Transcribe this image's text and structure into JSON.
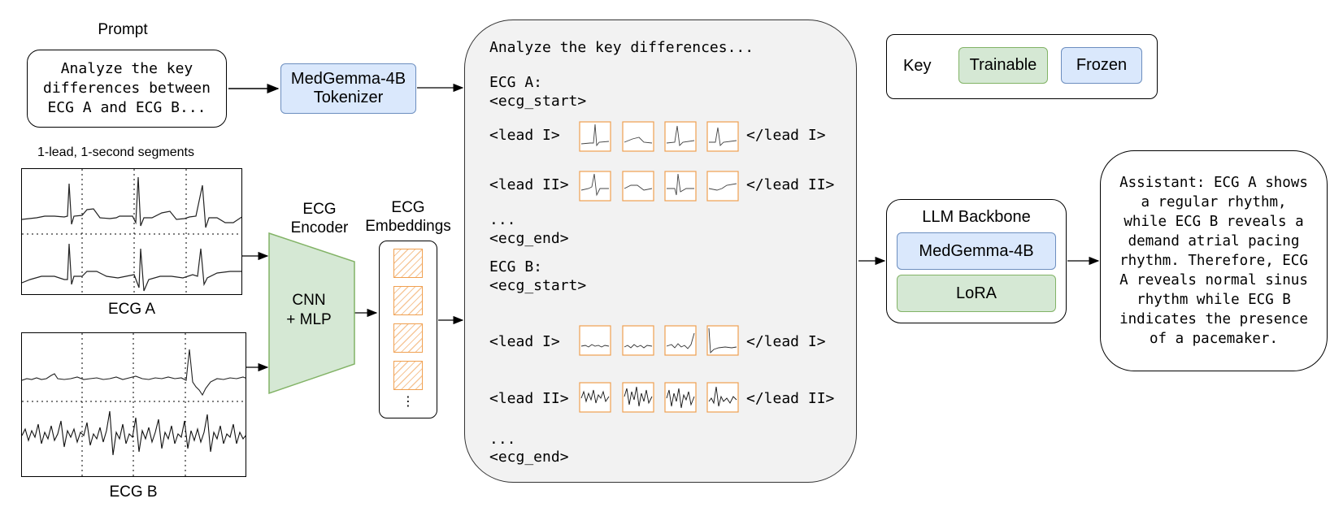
{
  "prompt": {
    "title": "Prompt",
    "lines": [
      "Analyze the key",
      "differences between",
      "ECG A and ECG B..."
    ]
  },
  "tokenizer": {
    "line1": "MedGemma-4B",
    "line2": "Tokenizer"
  },
  "segments_label": "1-lead, 1-second segments",
  "ecg_a_label": "ECG A",
  "ecg_b_label": "ECG B",
  "encoder": {
    "title1": "ECG",
    "title2": "Encoder",
    "body1": "CNN",
    "body2": "+ MLP"
  },
  "embeddings": {
    "title1": "ECG",
    "title2": "Embeddings",
    "dots": "⋮"
  },
  "sequence": {
    "header": "Analyze the key differences...",
    "ecg_a": "ECG A:",
    "ecg_a_start": "<ecg_start>",
    "lead1_open": "<lead I>",
    "lead1_close": "</lead I>",
    "lead2_open": "<lead II>",
    "lead2_close": "</lead II>",
    "ellipsis": "...",
    "ecg_end": "<ecg_end>",
    "ecg_b": "ECG B:",
    "ecg_b_start": "<ecg_start>"
  },
  "key": {
    "title": "Key",
    "trainable": "Trainable",
    "frozen": "Frozen"
  },
  "llm": {
    "title": "LLM Backbone",
    "frozen_part": "MedGemma-4B",
    "trainable_part": "LoRA"
  },
  "answer": {
    "lines": [
      "Assistant: ECG A shows",
      "a regular rhythm,",
      "while ECG B reveals a",
      "demand atrial pacing",
      "rhythm. Therefore, ECG",
      "A reveals normal sinus",
      "rhythm while ECG B",
      "indicates the presence",
      "of a pacemaker."
    ]
  },
  "colors": {
    "trainable_fill": "#d5e8d4",
    "trainable_stroke": "#82b366",
    "frozen_fill": "#dae8fc",
    "frozen_stroke": "#6c8ebf",
    "token_stroke": "#f0a050",
    "panel_fill": "#f2f2f2"
  }
}
